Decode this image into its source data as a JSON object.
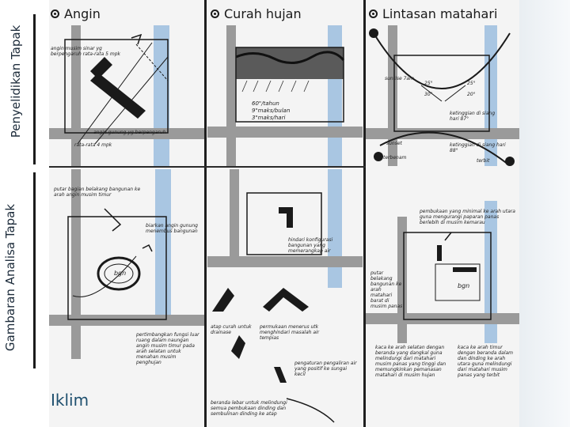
{
  "sidebar": {
    "top_label": "Penyelidikan Tapak",
    "bottom_label": "Gambaran Analisa Tapak"
  },
  "headers": {
    "angin": "Angin",
    "curah_hujan": "Curah hujan",
    "lintasan_matahari": "Lintasan matahari"
  },
  "notes": {
    "angin_top": "angin musim sinar yg berpengaruh rata-rata 5 mpk",
    "angin_mid": "angin gunung yg berpengaruh",
    "angin_bottom": "rata-rata 4 mpk",
    "curah_stats": [
      "60\"/tahun",
      "9\"maks/bulan",
      "3\"maks/hari"
    ],
    "matahari_sunrise": "sunrise 7am",
    "matahari_sunset": "sunset",
    "matahari_deg1": "25°",
    "matahari_deg2": "25°",
    "matahari_deg3": "30°",
    "matahari_deg4": "20°",
    "matahari_note1": "ketinggian di siang hari 87°",
    "matahari_note2": "ketinggian di siang hari 88°",
    "matahari_terbenam": "terbenam",
    "matahari_terbit": "terbit",
    "lower_angin_top": "putar bagian belakang bangunan ke arah angin musim timur",
    "lower_angin_mid": "biarkan angin gunung menembus bangunan",
    "lower_angin_bgn": "bgn",
    "lower_angin_bottom": "pertimbangkan fungsi luar ruang dalam naungan angin musim timur pada arah selatan untuk menahan musim penghujan",
    "lower_hujan_mid": "hindari konfigurasi bangunan yang memerangkap air",
    "lower_hujan_a": "atap curah untuk drainase",
    "lower_hujan_b": "permukaan menerus utk menghindari masalah air tempias",
    "lower_hujan_c": "pengaturan pengaliran air yang positif ke sungai kecil",
    "lower_hujan_d": "beranda lebar untuk melindungi semua pembukaan dinding dan sembulinan dinding ke atap",
    "lower_mat_top": "pembukaan yang minimal ke arah utara guna mengurangi paparan panas berlebih di musim kemarau",
    "lower_mat_left": "putar belakang bangunan ke arah matahari barat di musim panas",
    "lower_mat_bgn": "bgn",
    "lower_mat_b1": "kaca ke arah selatan dengan beranda yang dangkal guna melindungi dari matahari musim panas yang tinggi dan memungkinkan pemanasan matahari di musim hujan",
    "lower_mat_b2": "kaca ke arah timur dengan beranda dalam dan dinding ke arah utara guna melindungi dari matahari musim panas yang terbit"
  },
  "footer": {
    "title": "Iklim"
  },
  "colors": {
    "river": "#a9c6e2",
    "road": "#9a9a9a",
    "ink": "#1a1a1a",
    "iklim_text": "#1e4f6e"
  }
}
